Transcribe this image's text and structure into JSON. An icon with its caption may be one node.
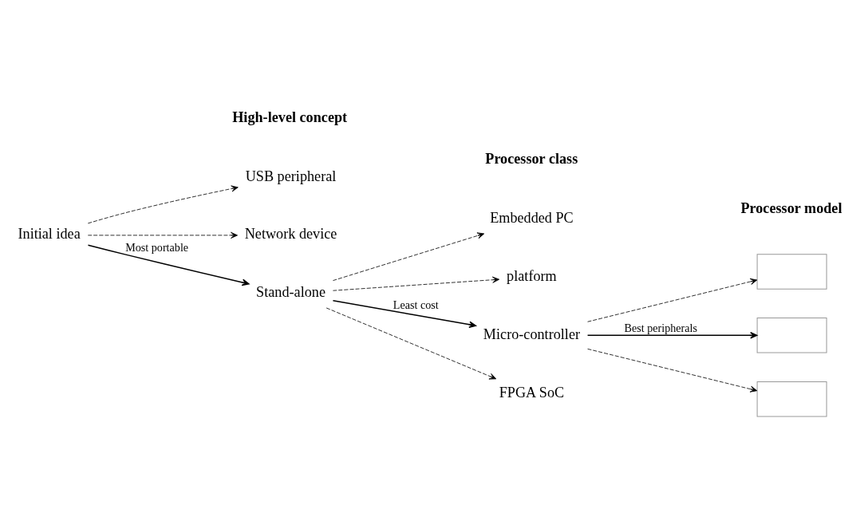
{
  "diagram": {
    "nodes": [
      {
        "text": [
          "Initial idea"
        ]
      },
      {
        "text": [
          "USB peripheral"
        ]
      },
      {
        "text": [
          "Network device"
        ]
      },
      {
        "text": [
          "Stand-alone"
        ]
      },
      {
        "text": [
          "Embedded PC"
        ]
      },
      {
        "text": [
          "platform"
        ]
      },
      {
        "text": [
          "Micro-controller"
        ]
      },
      {
        "text": [
          "FPGA SoC"
        ]
      },
      {
        "text": [],
        "shape": "box"
      },
      {
        "text": [],
        "shape": "box"
      },
      {
        "text": [],
        "shape": "box"
      }
    ],
    "edges": [
      {
        "from": 0,
        "to": 1,
        "arrow": "to",
        "style": "dashed"
      },
      {
        "from": 0,
        "to": 2,
        "arrow": "to",
        "style": "dashed"
      },
      {
        "from": 0,
        "to": 3,
        "arrow": "to",
        "label": "Most portable"
      },
      {
        "from": 3,
        "to": 4,
        "arrow": "to",
        "style": "dashed"
      },
      {
        "from": 3,
        "to": 5,
        "arrow": "to",
        "style": "dashed"
      },
      {
        "from": 3,
        "to": 6,
        "arrow": "to",
        "label": "Least cost"
      },
      {
        "from": 3,
        "to": 7,
        "arrow": "to",
        "style": "dashed"
      },
      {
        "from": 6,
        "to": 8,
        "arrow": "to",
        "style": "dashed"
      },
      {
        "from": 6,
        "to": 9,
        "arrow": "to",
        "label": "Best peripherals"
      },
      {
        "from": 6,
        "to": 10,
        "arrow": "to",
        "style": "dashed"
      }
    ],
    "labels": [
      "High-level concept",
      "Processor class",
      "Processor model"
    ]
  }
}
